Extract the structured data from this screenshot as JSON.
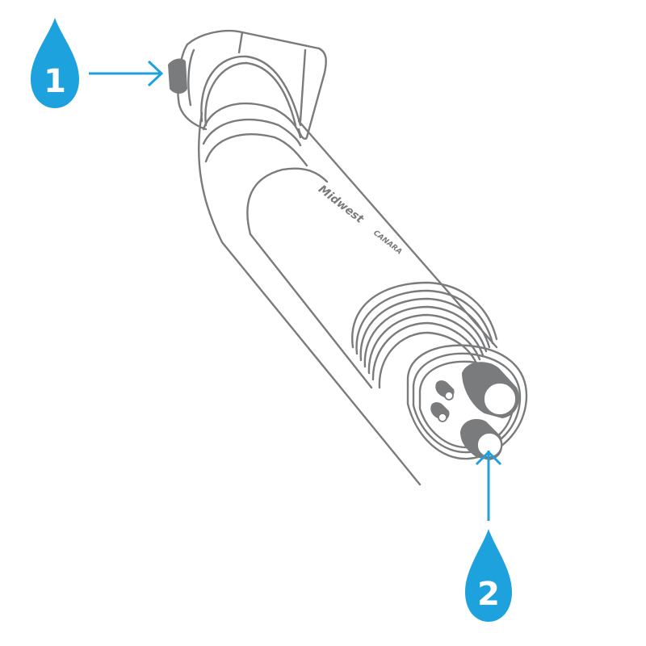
{
  "diagram": {
    "subject": "dental handpiece",
    "colors": {
      "accent": "#1ea2dd",
      "outline": "#7a7b7d",
      "background": "#ffffff"
    },
    "brand_mark": "Midwest",
    "model_label": "CANARA",
    "callouts": [
      {
        "number": "1",
        "target": "head push-button",
        "arrow_direction": "right"
      },
      {
        "number": "2",
        "target": "connector tube",
        "arrow_direction": "up"
      }
    ]
  }
}
